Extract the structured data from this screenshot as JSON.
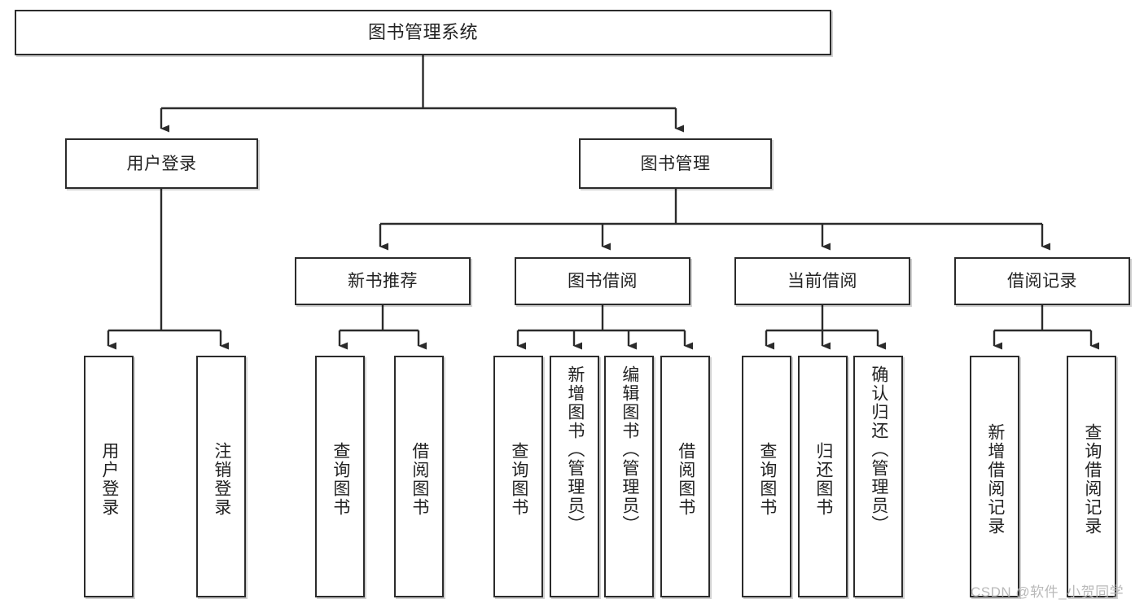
{
  "diagram": {
    "title": "图书管理系统",
    "type": "tree-hierarchy",
    "watermark": "CSDN @软件_小贺同学",
    "colors": {
      "stroke": "#2b2b2b",
      "fill": "#ffffff",
      "text": "#222222",
      "watermark": "#b9b9b9"
    }
  },
  "nodes": {
    "root": {
      "label": "图书管理系统"
    },
    "level2": [
      {
        "id": "user-login",
        "label": "用户登录"
      },
      {
        "id": "book-manage",
        "label": "图书管理"
      }
    ],
    "level3": [
      {
        "id": "new-book-recommend",
        "label": "新书推荐"
      },
      {
        "id": "book-borrow",
        "label": "图书借阅"
      },
      {
        "id": "current-borrow",
        "label": "当前借阅"
      },
      {
        "id": "borrow-record",
        "label": "借阅记录"
      }
    ],
    "leaves": [
      {
        "id": "leaf-user-login",
        "label": "用户登录",
        "parent": "user-login"
      },
      {
        "id": "leaf-user-logout",
        "label": "注销登录",
        "parent": "user-login"
      },
      {
        "id": "leaf-query-book-1",
        "label": "查询图书",
        "parent": "new-book-recommend"
      },
      {
        "id": "leaf-borrow-book-1",
        "label": "借阅图书",
        "parent": "new-book-recommend"
      },
      {
        "id": "leaf-query-book-2",
        "label": "查询图书",
        "parent": "book-borrow"
      },
      {
        "id": "leaf-add-book",
        "label": "新增图书（管理员）",
        "parent": "book-borrow"
      },
      {
        "id": "leaf-edit-book",
        "label": "编辑图书（管理员）",
        "parent": "book-borrow"
      },
      {
        "id": "leaf-borrow-book-2",
        "label": "借阅图书",
        "parent": "book-borrow"
      },
      {
        "id": "leaf-query-book-3",
        "label": "查询图书",
        "parent": "current-borrow"
      },
      {
        "id": "leaf-return-book",
        "label": "归还图书",
        "parent": "current-borrow"
      },
      {
        "id": "leaf-confirm-return",
        "label": "确认归还（管理员）",
        "parent": "current-borrow"
      },
      {
        "id": "leaf-add-record",
        "label": "新增借阅记录",
        "parent": "borrow-record"
      },
      {
        "id": "leaf-query-record",
        "label": "查询借阅记录",
        "parent": "borrow-record"
      }
    ]
  }
}
